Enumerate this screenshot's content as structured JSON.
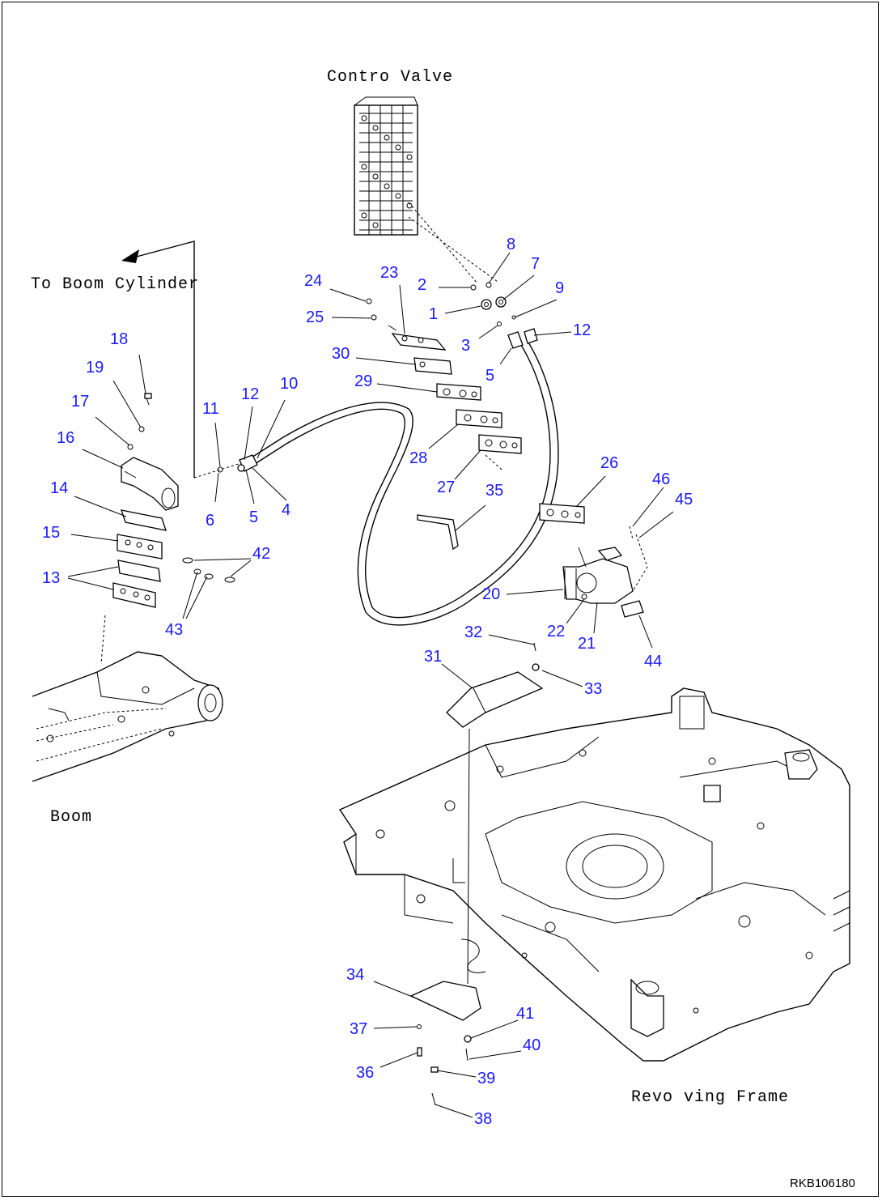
{
  "captions": {
    "control_valve": "Contro Valve",
    "to_boom_cylinder": "To Boom Cylinder",
    "boom": "Boom",
    "revolving_frame": "Revo ving Frame"
  },
  "drawing_code": "RKB106180",
  "labels": {
    "n1": "1",
    "n2": "2",
    "n3": "3",
    "n4": "4",
    "n5a": "5",
    "n5b": "5",
    "n6": "6",
    "n7": "7",
    "n8": "8",
    "n9": "9",
    "n10": "10",
    "n11": "11",
    "n12a": "12",
    "n12b": "12",
    "n13": "13",
    "n14": "14",
    "n15": "15",
    "n16": "16",
    "n17": "17",
    "n18": "18",
    "n19": "19",
    "n20": "20",
    "n21": "21",
    "n22": "22",
    "n23": "23",
    "n24": "24",
    "n25": "25",
    "n26": "26",
    "n27": "27",
    "n28": "28",
    "n29": "29",
    "n30": "30",
    "n31": "31",
    "n32": "32",
    "n33": "33",
    "n34": "34",
    "n35": "35",
    "n36": "36",
    "n37": "37",
    "n38": "38",
    "n39": "39",
    "n40": "40",
    "n41": "41",
    "n42": "42",
    "n43": "43",
    "n44": "44",
    "n45": "45",
    "n46": "46"
  },
  "colors": {
    "label": "#1a1aff",
    "line": "#000000",
    "background": "#ffffff"
  }
}
